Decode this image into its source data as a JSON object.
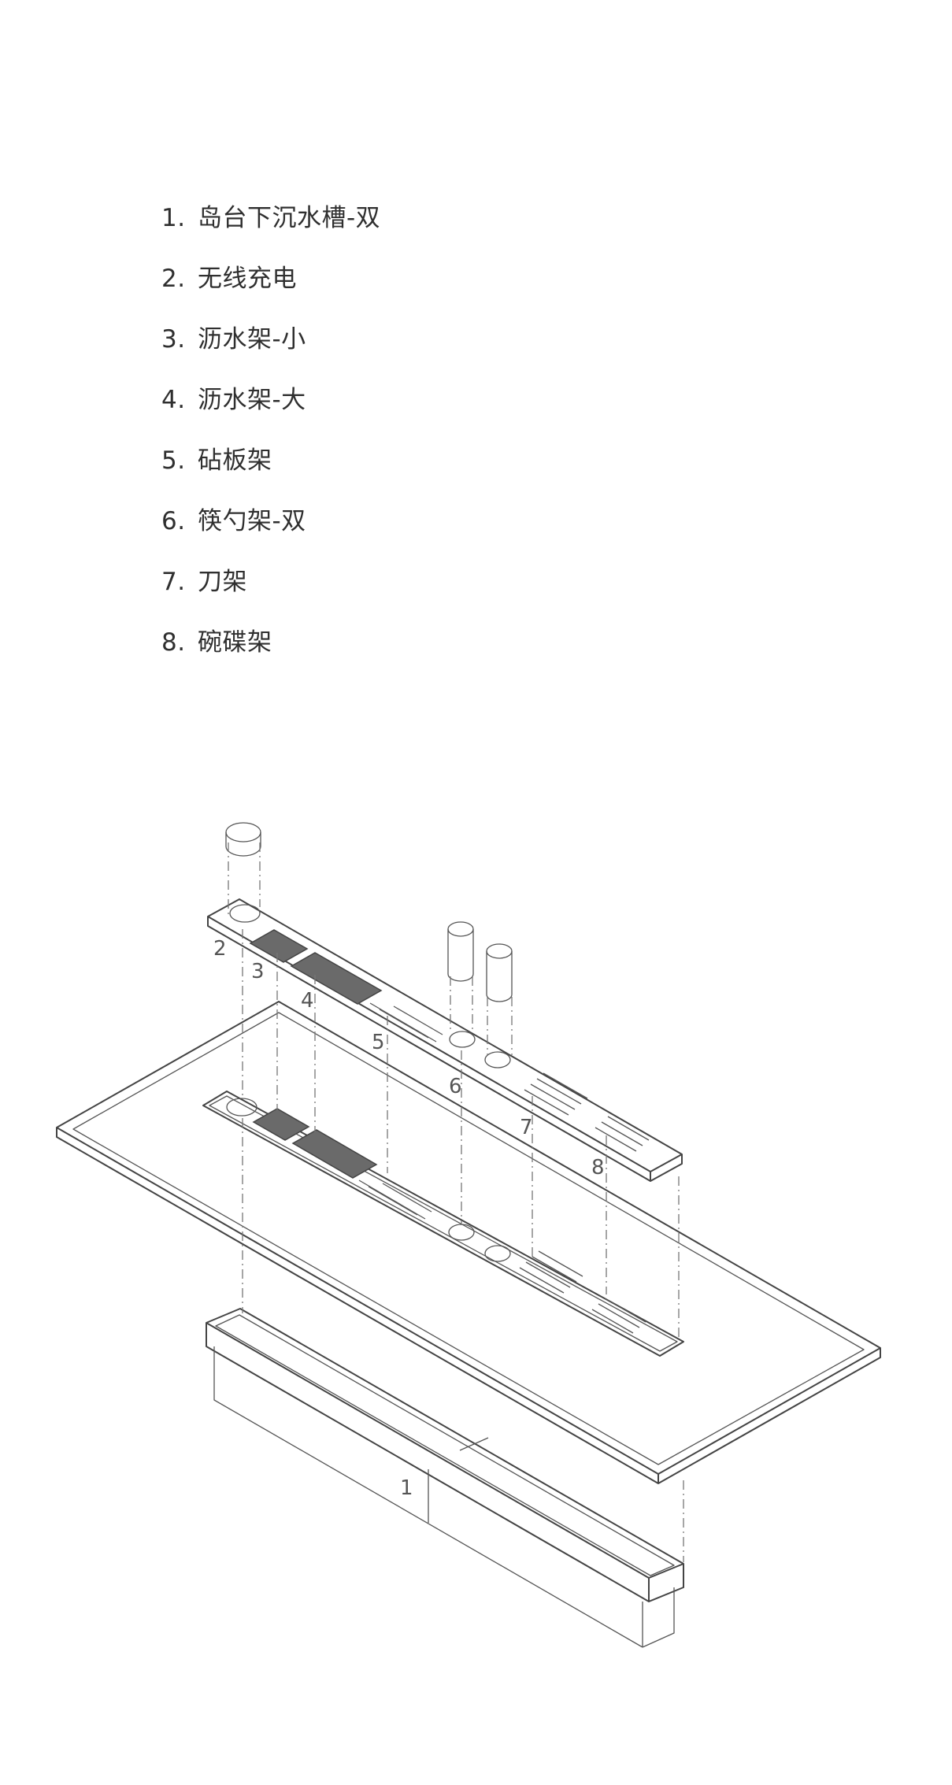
{
  "legend": {
    "items": [
      {
        "num": "1.",
        "label": "岛台下沉水槽-双"
      },
      {
        "num": "2.",
        "label": "无线充电"
      },
      {
        "num": "3.",
        "label": "沥水架-小"
      },
      {
        "num": "4.",
        "label": "沥水架-大"
      },
      {
        "num": "5.",
        "label": "砧板架"
      },
      {
        "num": "6.",
        "label": "筷勺架-双"
      },
      {
        "num": "7.",
        "label": "刀架"
      },
      {
        "num": "8.",
        "label": "碗碟架"
      }
    ]
  },
  "diagram": {
    "callouts": [
      "1",
      "2",
      "3",
      "4",
      "5",
      "6",
      "7",
      "8"
    ]
  }
}
